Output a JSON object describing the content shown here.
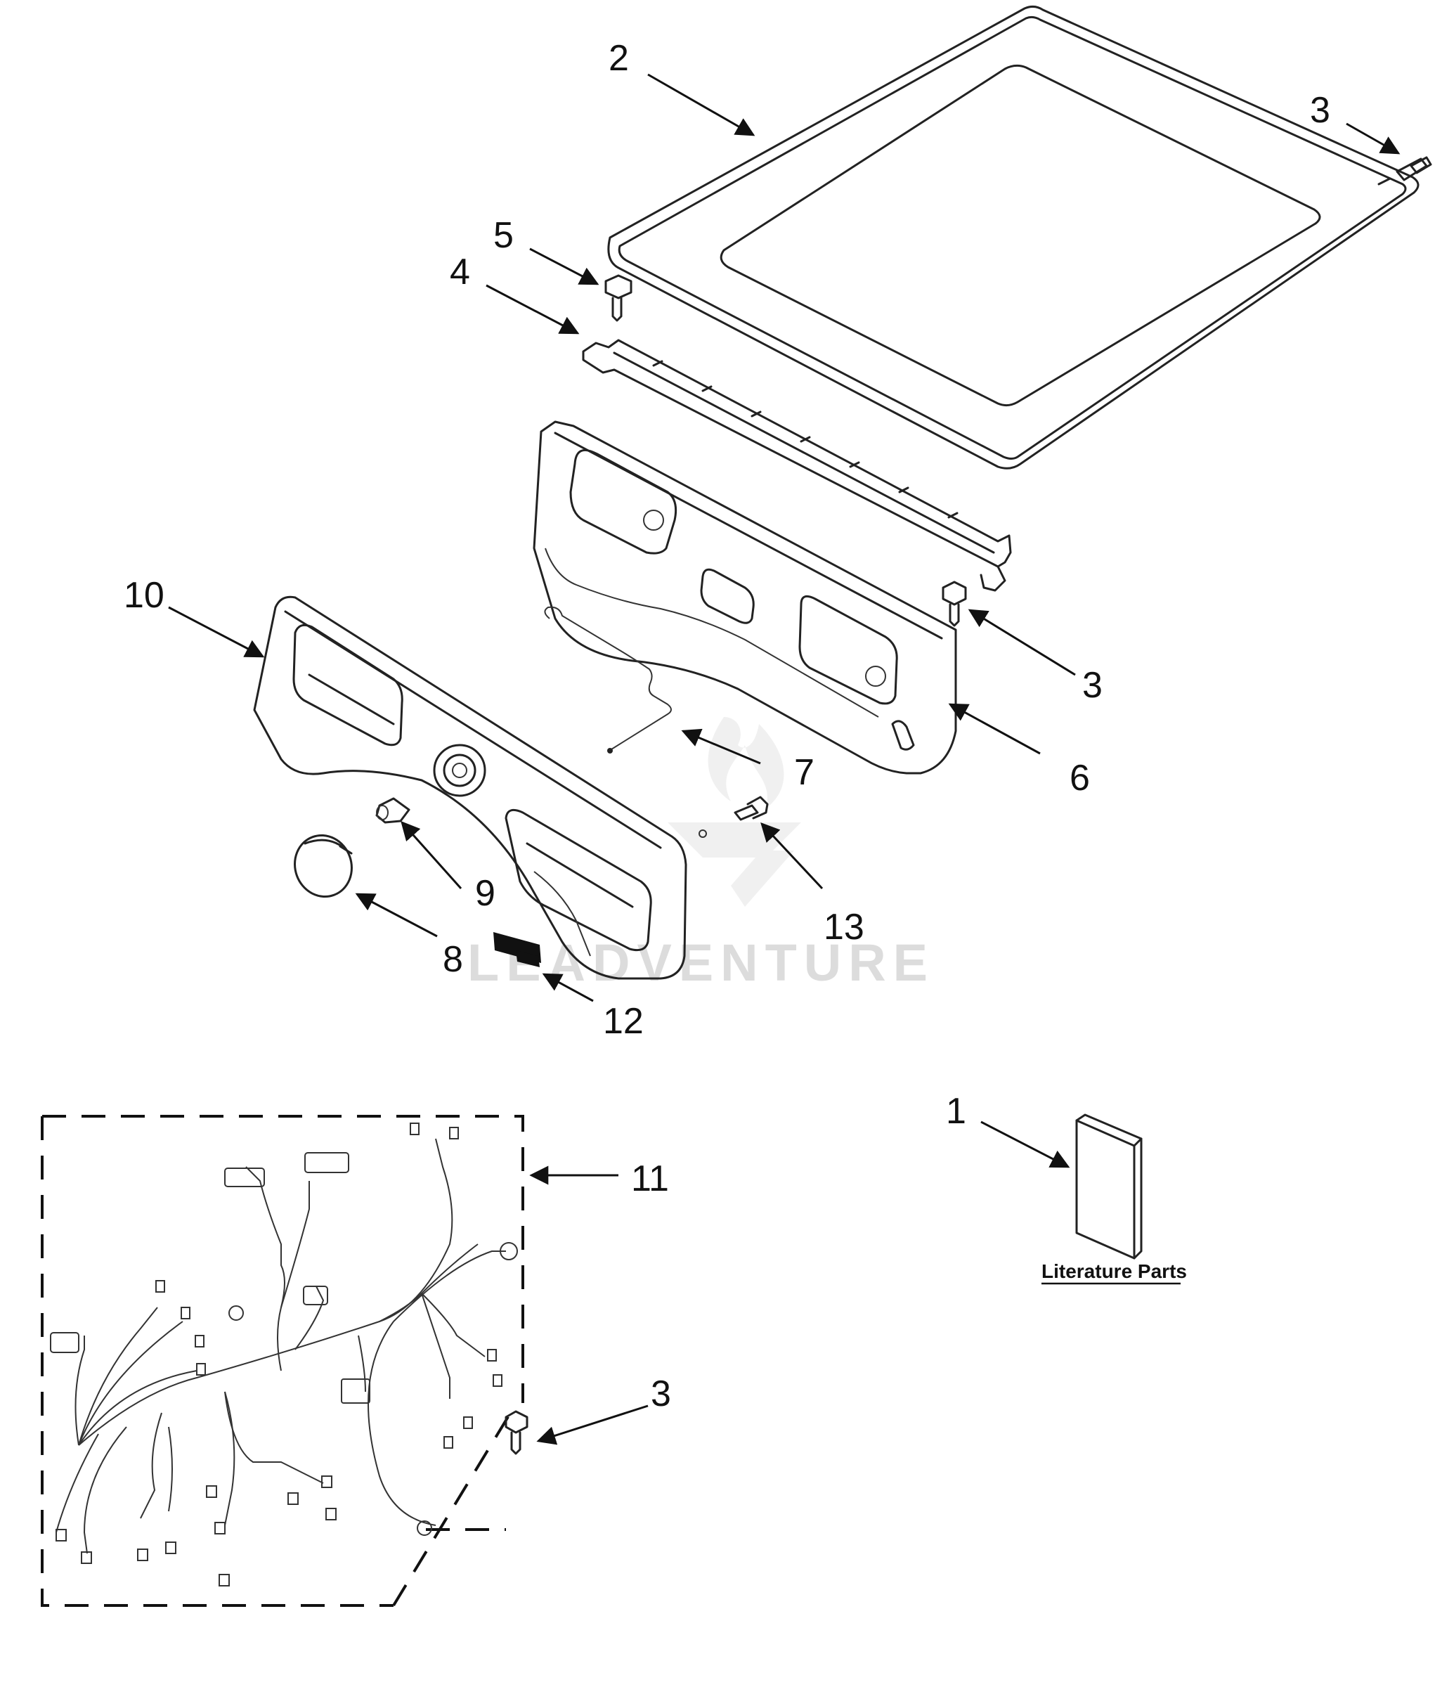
{
  "callouts": {
    "c1": "1",
    "c2": "2",
    "c3a": "3",
    "c3b": "3",
    "c3c": "3",
    "c4": "4",
    "c5": "5",
    "c6": "6",
    "c7": "7",
    "c8": "8",
    "c9": "9",
    "c10": "10",
    "c11": "11",
    "c12": "12",
    "c13": "13"
  },
  "literature_caption": "Literature Parts",
  "watermark": "LEADVENTURE",
  "colors": {
    "line": "#222222",
    "watermark": "#dcdcdc",
    "background": "#ffffff"
  }
}
